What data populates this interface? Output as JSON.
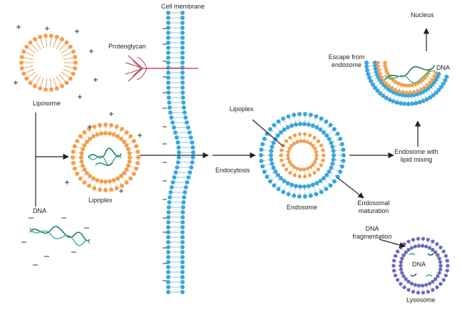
{
  "labels": {
    "cell_membrane": "Cell membrane",
    "proteoglycan": "Proteoglycan",
    "liposome": "Liposome",
    "dna": "DNA",
    "lipoplex_left": "Lipoplex",
    "lipoplex_endosome": "Lipoplex",
    "endocytosis": "Endocytosis",
    "endosome": "Endosome",
    "endosome_lipid_mixing_1": "Endosome with",
    "endosome_lipid_mixing_2": "lipid mixing",
    "escape_1": "Escape from",
    "escape_2": "endosome",
    "dna_escape": "DNA",
    "nucleus": "Nucleus",
    "endosomal_maturation_1": "Endosomal",
    "endosomal_maturation_2": "maturation",
    "dna_fragmentation_1": "DNA",
    "dna_fragmentation_2": "fragmentation",
    "dna_lysosome": "DNA",
    "lysosome": "Lysosome"
  },
  "colors": {
    "lipid_orange": "#f0a050",
    "lipid_blue": "#3aa6d8",
    "tail_orange": "#e8b07a",
    "tail_blue": "#8cc7e3",
    "lysosome_purple": "#6a6ab8",
    "dna_teal": "#1f7d74",
    "dna_green": "#3bb08f",
    "proteoglycan": "#c0506a",
    "arrow": "#222222"
  }
}
